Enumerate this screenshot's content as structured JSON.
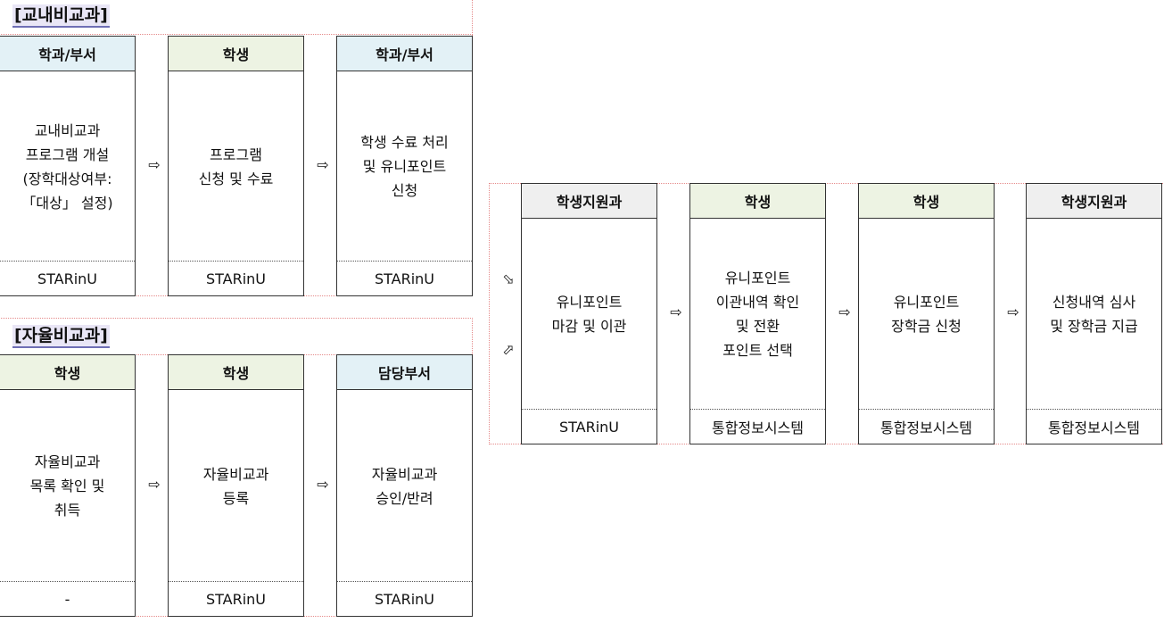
{
  "colors": {
    "dept_header": "#e3f1f6",
    "student_header": "#edf3e3",
    "support_header": "#efefef"
  },
  "arrow_glyph": "⇨",
  "diag_arrow_1": "⬂",
  "diag_arrow_2": "⬀",
  "sections": [
    {
      "title": "[교내비교과]",
      "boxes": [
        {
          "header": "학과/부서",
          "body": "교내비교과\n프로그램 개설\n(장학대상여부:\n「대상」 설정)",
          "footer": "STARinU",
          "color": "dept_header"
        },
        {
          "header": "학생",
          "body": "프로그램\n신청 및 수료",
          "footer": "STARinU",
          "color": "student_header"
        },
        {
          "header": "학과/부서",
          "body": "학생 수료 처리\n및 유니포인트\n신청",
          "footer": "STARinU",
          "color": "dept_header"
        }
      ]
    },
    {
      "title": "[자율비교과]",
      "boxes": [
        {
          "header": "학생",
          "body": "자율비교과\n목록 확인 및\n취득",
          "footer": "-",
          "color": "student_header"
        },
        {
          "header": "학생",
          "body": "자율비교과\n등록",
          "footer": "STARinU",
          "color": "student_header"
        },
        {
          "header": "담당부서",
          "body": "자율비교과\n승인/반려",
          "footer": "STARinU",
          "color": "dept_header"
        }
      ]
    },
    {
      "title": "",
      "boxes": [
        {
          "header": "학생지원과",
          "body": "유니포인트\n마감 및 이관",
          "footer": "STARinU",
          "color": "support_header"
        },
        {
          "header": "학생",
          "body": "유니포인트\n이관내역 확인\n및 전환\n포인트 선택",
          "footer": "통합정보시스템",
          "color": "student_header"
        },
        {
          "header": "학생",
          "body": "유니포인트\n장학금 신청",
          "footer": "통합정보시스템",
          "color": "student_header"
        },
        {
          "header": "학생지원과",
          "body": "신청내역 심사\n및 장학금 지급",
          "footer": "통합정보시스템",
          "color": "support_header"
        }
      ]
    }
  ]
}
